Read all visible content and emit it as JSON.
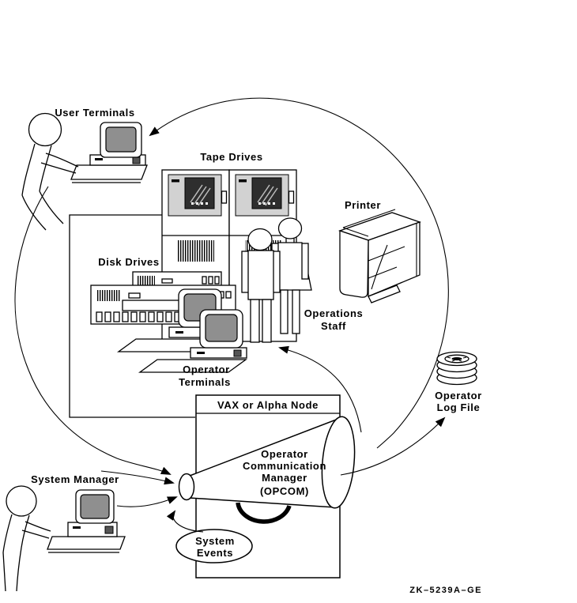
{
  "figure": {
    "id_code": "ZK–5239A–GE",
    "description": "Line-art diagram of the OpenVMS Operator Communication Manager (OPCOM) message flow"
  },
  "labels": {
    "user_terminals": "User Terminals",
    "tape_drives": "Tape Drives",
    "disk_drives": "Disk Drives",
    "printer": "Printer",
    "operations_staff": [
      "Operations",
      "Staff"
    ],
    "operator_terminals": [
      "Operator",
      "Terminals"
    ],
    "vax_node": "VAX or Alpha Node",
    "opcom": [
      "Operator",
      "Communication",
      "Manager",
      "(OPCOM)"
    ],
    "system_manager": "System Manager",
    "system_events": [
      "System",
      "Events"
    ],
    "operator_log_file": [
      "Operator",
      "Log File"
    ]
  },
  "diagram": {
    "nodes": [
      "User Terminals",
      "Tape Drives",
      "Disk Drives",
      "Printer",
      "Operations Staff",
      "Operator Terminals",
      "VAX or Alpha Node",
      "Operator Communication Manager (OPCOM)",
      "System Manager",
      "System Events",
      "Operator Log File"
    ],
    "flows": [
      {
        "from": "OPCOM",
        "to": "User Terminals"
      },
      {
        "from": "User Terminals",
        "to": "OPCOM"
      },
      {
        "from": "System Manager",
        "to": "OPCOM"
      },
      {
        "from": "System Events",
        "to": "OPCOM"
      },
      {
        "from": "OPCOM",
        "to": "Operator Terminals / Operations Staff"
      },
      {
        "from": "OPCOM",
        "to": "Operator Log File"
      }
    ],
    "icons": [
      "person-at-terminal-icon",
      "tape-drive-cabinet-icon",
      "disk-drive-unit-icon",
      "printer-icon",
      "staff-figures-icon",
      "terminal-icon",
      "megaphone-icon",
      "disk-platter-stack-icon",
      "ellipse-bubble-icon"
    ]
  },
  "colors": {
    "line": "#000000",
    "bg": "#ffffff",
    "screen_gray": "#8f8f8f",
    "panel_gray": "#d2d2d2",
    "window_dark": "#2e2e2e",
    "button_dark": "#555555"
  }
}
